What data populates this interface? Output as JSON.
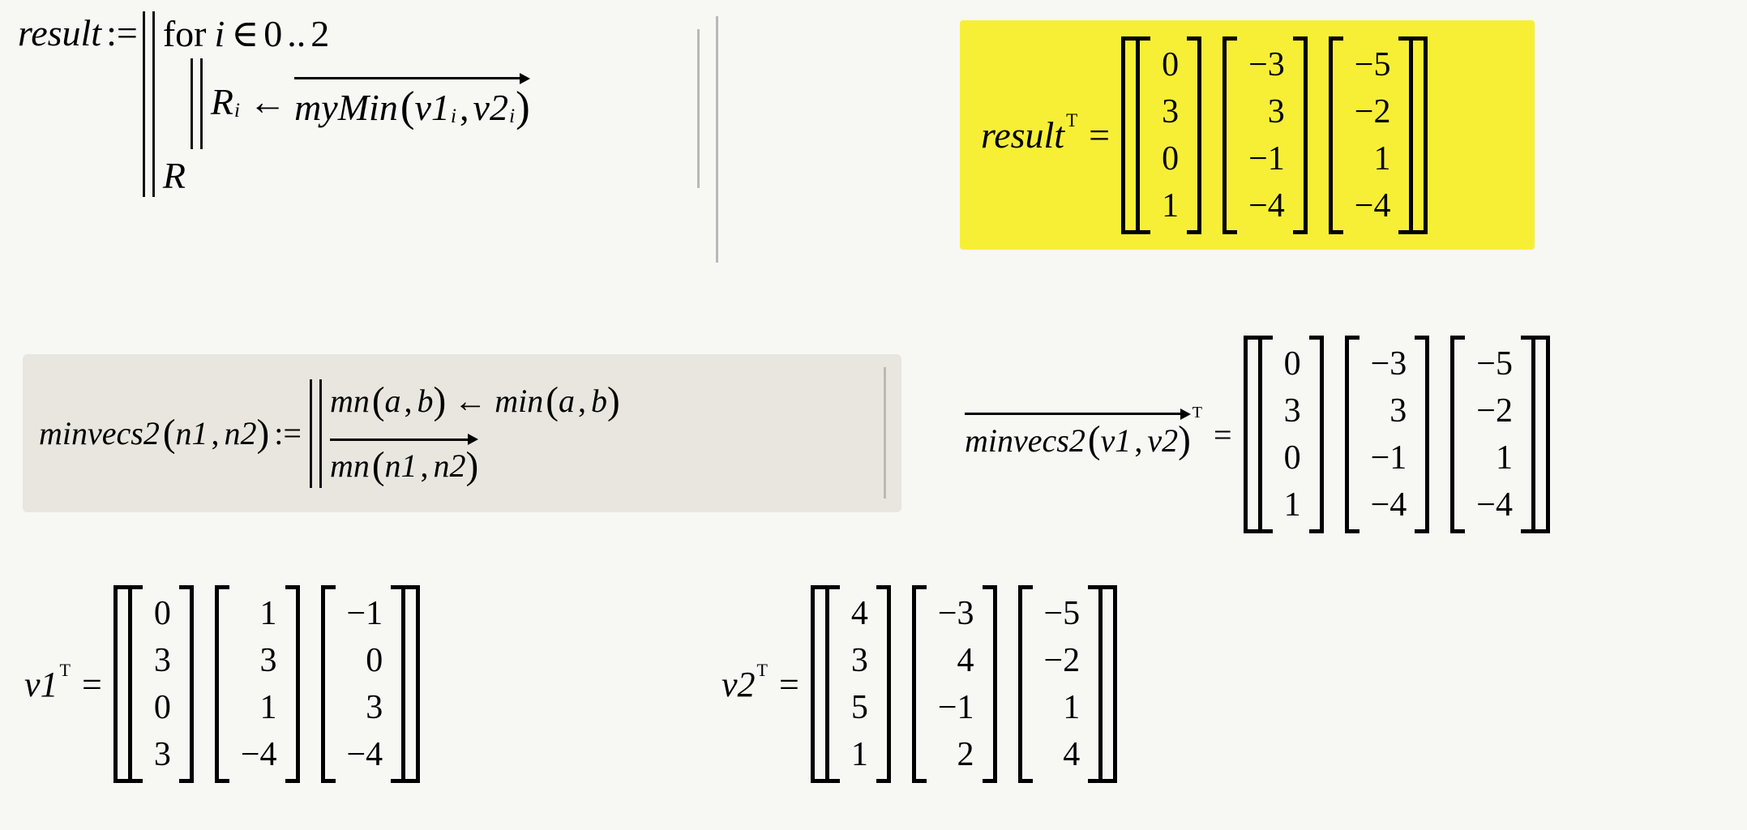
{
  "document": {
    "title": "Mathcad worksheet - minvecs / myMin vectorized program",
    "background_color": "#F7F7F4",
    "highlight_yellow": "#F7EF36",
    "highlight_gray": "#E8E6DE"
  },
  "regions": {
    "result_program": {
      "name": "result",
      "assign_operator": ":=",
      "line_for": {
        "keyword": "for",
        "index_var": "i",
        "member_operator": "∈",
        "range_start": "0",
        "range_operator": "..",
        "range_end": "2"
      },
      "line_body": {
        "target": "R",
        "target_sub": "i",
        "assign_operator": "←",
        "function": "myMin",
        "arg1": "v1",
        "arg1_sub": "i",
        "separator": ",",
        "arg2": "v2",
        "arg2_sub": "i",
        "vectorized": true
      },
      "line_return": "R"
    },
    "result_eval": {
      "label": "result",
      "transpose": "T",
      "equals": "=",
      "highlighted": true,
      "matrix": {
        "columns": [
          [
            "0",
            "3",
            "0",
            "1"
          ],
          [
            "−3",
            "3",
            "−1",
            "−4"
          ],
          [
            "−5",
            "−2",
            "1",
            "−4"
          ]
        ]
      }
    },
    "minvecs2_def": {
      "name": "minvecs2",
      "params": [
        "n1",
        "n2"
      ],
      "assign_operator": ":=",
      "highlighted": true,
      "line_body": {
        "target_fn": "mn",
        "target_args": [
          "a",
          "b"
        ],
        "assign_operator": "←",
        "function": "min",
        "args": [
          "a",
          "b"
        ]
      },
      "line_return": {
        "function": "mn",
        "args": [
          "n1",
          "n2"
        ],
        "vectorized": true
      }
    },
    "minvecs2_eval": {
      "function": "minvecs2",
      "args": [
        "v1",
        "v2"
      ],
      "vectorized": true,
      "transpose": "T",
      "equals": "=",
      "matrix": {
        "columns": [
          [
            "0",
            "3",
            "0",
            "1"
          ],
          [
            "−3",
            "3",
            "−1",
            "−4"
          ],
          [
            "−5",
            "−2",
            "1",
            "−4"
          ]
        ]
      }
    },
    "v1_eval": {
      "label": "v1",
      "transpose": "T",
      "equals": "=",
      "matrix": {
        "columns": [
          [
            "0",
            "3",
            "0",
            "3"
          ],
          [
            "1",
            "3",
            "1",
            "−4"
          ],
          [
            "−1",
            "0",
            "3",
            "−4"
          ]
        ]
      }
    },
    "v2_eval": {
      "label": "v2",
      "transpose": "T",
      "equals": "=",
      "matrix": {
        "columns": [
          [
            "4",
            "3",
            "5",
            "1"
          ],
          [
            "−3",
            "4",
            "−1",
            "2"
          ],
          [
            "−5",
            "−2",
            "1",
            "4"
          ]
        ]
      }
    }
  }
}
